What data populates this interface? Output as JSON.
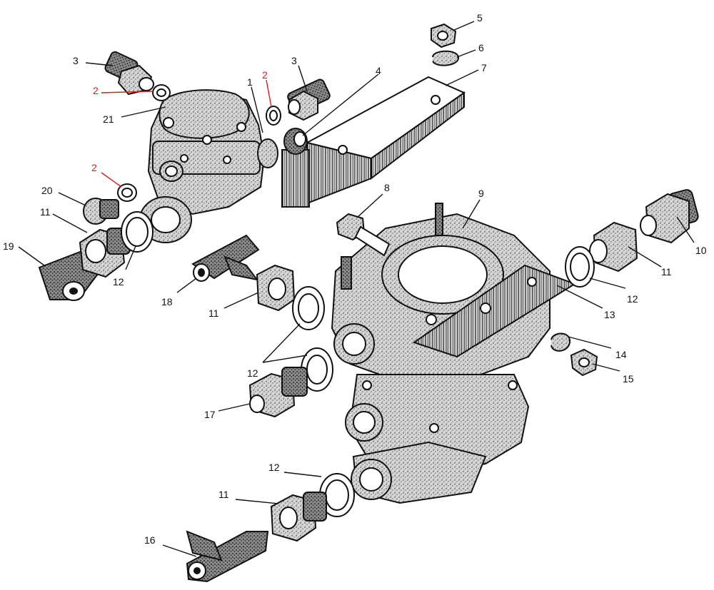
{
  "diagram": {
    "labels": [
      {
        "id": "label-1",
        "text": "1"
      },
      {
        "id": "label-2a",
        "text": "2"
      },
      {
        "id": "label-2b",
        "text": "2"
      },
      {
        "id": "label-2c",
        "text": "2"
      },
      {
        "id": "label-3a",
        "text": "3"
      },
      {
        "id": "label-3b",
        "text": "3"
      },
      {
        "id": "label-4",
        "text": "4"
      },
      {
        "id": "label-5",
        "text": "5"
      },
      {
        "id": "label-6",
        "text": "6"
      },
      {
        "id": "label-7",
        "text": "7"
      },
      {
        "id": "label-8",
        "text": "8"
      },
      {
        "id": "label-9",
        "text": "9"
      },
      {
        "id": "label-10",
        "text": "10"
      },
      {
        "id": "label-11a",
        "text": "11"
      },
      {
        "id": "label-11b",
        "text": "11"
      },
      {
        "id": "label-11c",
        "text": "11"
      },
      {
        "id": "label-11d",
        "text": "11"
      },
      {
        "id": "label-12a",
        "text": "12"
      },
      {
        "id": "label-12b",
        "text": "12"
      },
      {
        "id": "label-12c",
        "text": "12"
      },
      {
        "id": "label-12d",
        "text": "12"
      },
      {
        "id": "label-13",
        "text": "13"
      },
      {
        "id": "label-14",
        "text": "14"
      },
      {
        "id": "label-15",
        "text": "15"
      },
      {
        "id": "label-16",
        "text": "16"
      },
      {
        "id": "label-17",
        "text": "17"
      },
      {
        "id": "label-18",
        "text": "18"
      },
      {
        "id": "label-19",
        "text": "19"
      },
      {
        "id": "label-20",
        "text": "20"
      },
      {
        "id": "label-21",
        "text": "21"
      }
    ],
    "colors": {
      "ink": "#111111",
      "highlight": "#d42020",
      "paper": "#ffffff"
    }
  }
}
